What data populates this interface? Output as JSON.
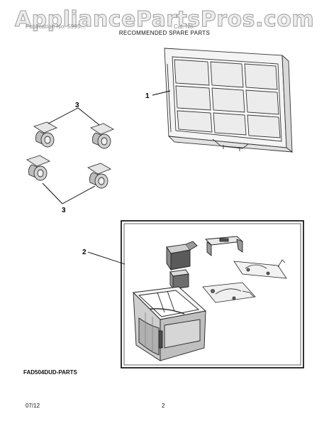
{
  "watermark": "AppliancePartsPros.com",
  "header": {
    "left_text": "Publication No. 5995...",
    "right_text": "Cat. No.",
    "title": "RECOMMENDED SPARE PARTS"
  },
  "callouts": {
    "filter": "1",
    "bucket_group": "2",
    "casters_top": "3",
    "casters_bottom": "3"
  },
  "diagram_code": "FAD504DUD-PARTS",
  "footer": {
    "date": "07/12",
    "page": "2"
  }
}
